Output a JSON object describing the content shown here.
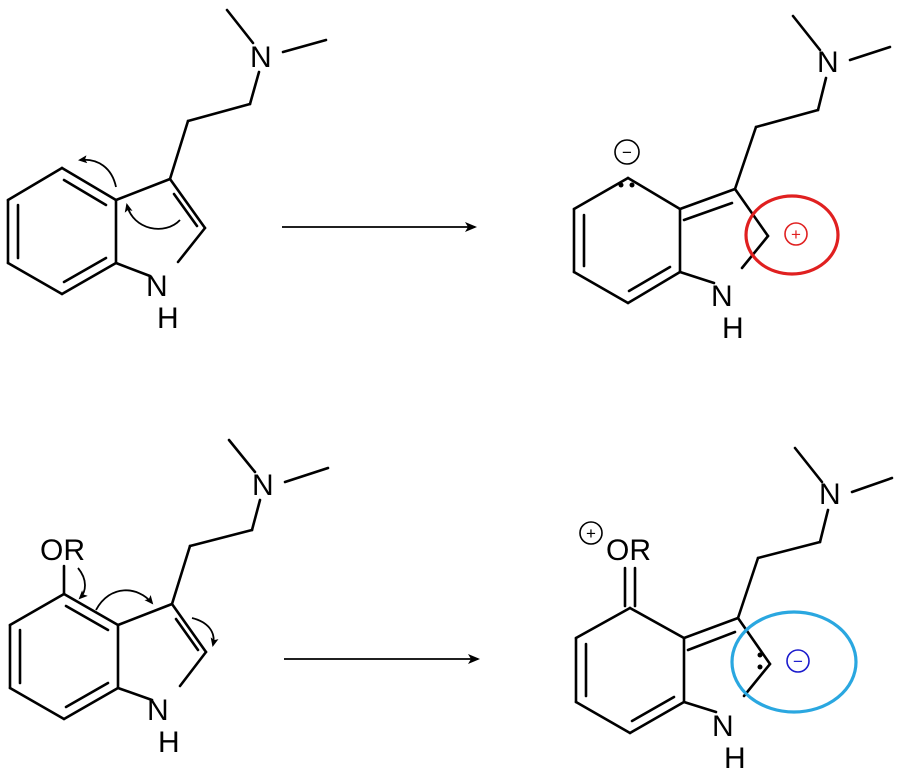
{
  "atoms": {
    "nitrogen": "N",
    "hydrogen": "H",
    "oxygen_substituent": "OR"
  },
  "charges": {
    "positive": "+",
    "negative": "−"
  },
  "colors": {
    "bond": "#000000",
    "positive_highlight": "#e02020",
    "negative_highlight": "#2aa7e0",
    "negative_charge_glyph": "#1a1acc",
    "positive_charge_glyph": "#e02020"
  },
  "icons": {
    "reaction_arrow": "right-arrow",
    "electron_push": "curved-arrow",
    "lone_pair": "two-dots"
  }
}
